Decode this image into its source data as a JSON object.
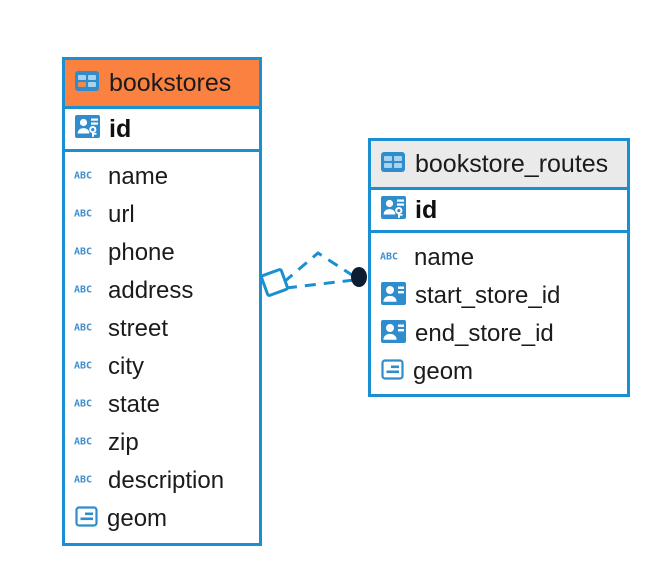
{
  "diagram": {
    "type": "entity-relationship-diagram",
    "background_color": "#ffffff",
    "border_color": "#1a8fd1",
    "entities": [
      {
        "name": "bookstores",
        "header_color": "#fb8140",
        "table_icon": "table-icon",
        "primary_key": {
          "label": "id",
          "icon": "primary-key-icon",
          "type": "pk"
        },
        "fields": [
          {
            "label": "name",
            "icon": "abc-text-icon",
            "type": "text"
          },
          {
            "label": "url",
            "icon": "abc-text-icon",
            "type": "text"
          },
          {
            "label": "phone",
            "icon": "abc-text-icon",
            "type": "text"
          },
          {
            "label": "address",
            "icon": "abc-text-icon",
            "type": "text"
          },
          {
            "label": "street",
            "icon": "abc-text-icon",
            "type": "text"
          },
          {
            "label": "city",
            "icon": "abc-text-icon",
            "type": "text"
          },
          {
            "label": "state",
            "icon": "abc-text-icon",
            "type": "text"
          },
          {
            "label": "zip",
            "icon": "abc-text-icon",
            "type": "text"
          },
          {
            "label": "description",
            "icon": "abc-text-icon",
            "type": "text"
          },
          {
            "label": "geom",
            "icon": "geometry-icon",
            "type": "geometry"
          }
        ]
      },
      {
        "name": "bookstore_routes",
        "header_color": "#eaeaea",
        "table_icon": "table-icon",
        "primary_key": {
          "label": "id",
          "icon": "primary-key-icon",
          "type": "pk"
        },
        "fields": [
          {
            "label": "name",
            "icon": "abc-text-icon",
            "type": "text"
          },
          {
            "label": "start_store_id",
            "icon": "foreign-key-icon",
            "type": "fk"
          },
          {
            "label": "end_store_id",
            "icon": "foreign-key-icon",
            "type": "fk"
          },
          {
            "label": "geom",
            "icon": "geometry-icon",
            "type": "geometry"
          }
        ]
      }
    ],
    "relationship": {
      "style": "dashed",
      "color": "#1a8fd1",
      "source_endpoint": "diamond",
      "target_endpoint": "filled-circle",
      "target_endpoint_color": "#0d1b33"
    }
  }
}
